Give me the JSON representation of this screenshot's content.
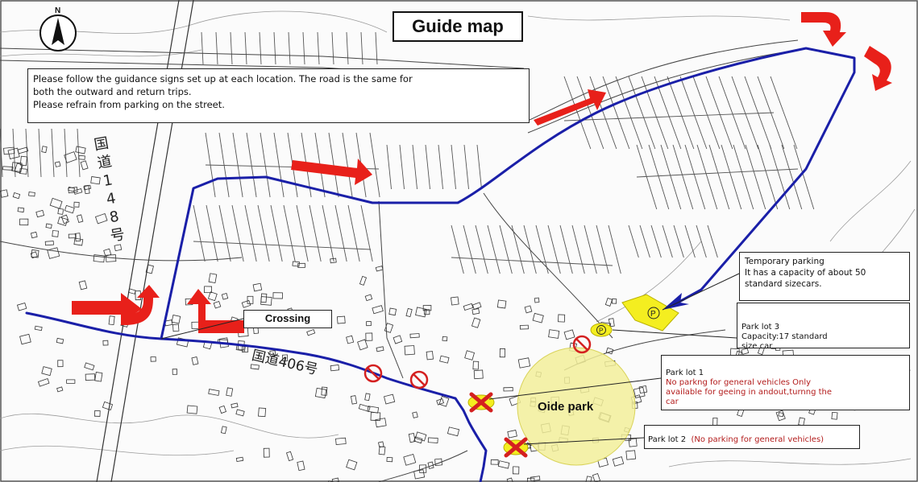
{
  "title": "Guide map",
  "compass": {
    "label": "N",
    "icon": "north-arrow-icon"
  },
  "notice": {
    "line1": "Please follow the guidance signs set up at each location. The road is the same for",
    "line2": "both the outward and return trips.",
    "line3": "Please refrain from parking on the street."
  },
  "temporary_parking": {
    "heading": "Temporary parking",
    "line1": "It has a capacity of about 50",
    "line2": "standard sizecars.",
    "icon": "parking-p-icon"
  },
  "park_lot_3": {
    "name": "Park lot 3",
    "line1": "Capacity:17 standard",
    "line2": "size car",
    "icon": "parking-p-icon"
  },
  "park_lot_1": {
    "name": "Park lot 1",
    "line1": "No parkng for general vehicles Only",
    "line2": "available for geeing in andout,turnng the",
    "line3": "car"
  },
  "park_lot_2": {
    "name": "Park lot 2",
    "note": "(No parking for general vehicles)"
  },
  "crossing_label": "Crossing",
  "roads": {
    "route_406": "国道406号",
    "route_148": "国道148号"
  },
  "oide_park_label": "Oide park",
  "colors": {
    "route": "#1a1fa8",
    "arrow": "#e8201a",
    "parking": "#f4ee20",
    "park_highlight": "#f2ef9a",
    "no_entry": "#d42020"
  },
  "icons": [
    "north-arrow-icon",
    "direction-arrow-icon",
    "parking-p-icon",
    "no-entry-icon",
    "closed-x-icon"
  ]
}
